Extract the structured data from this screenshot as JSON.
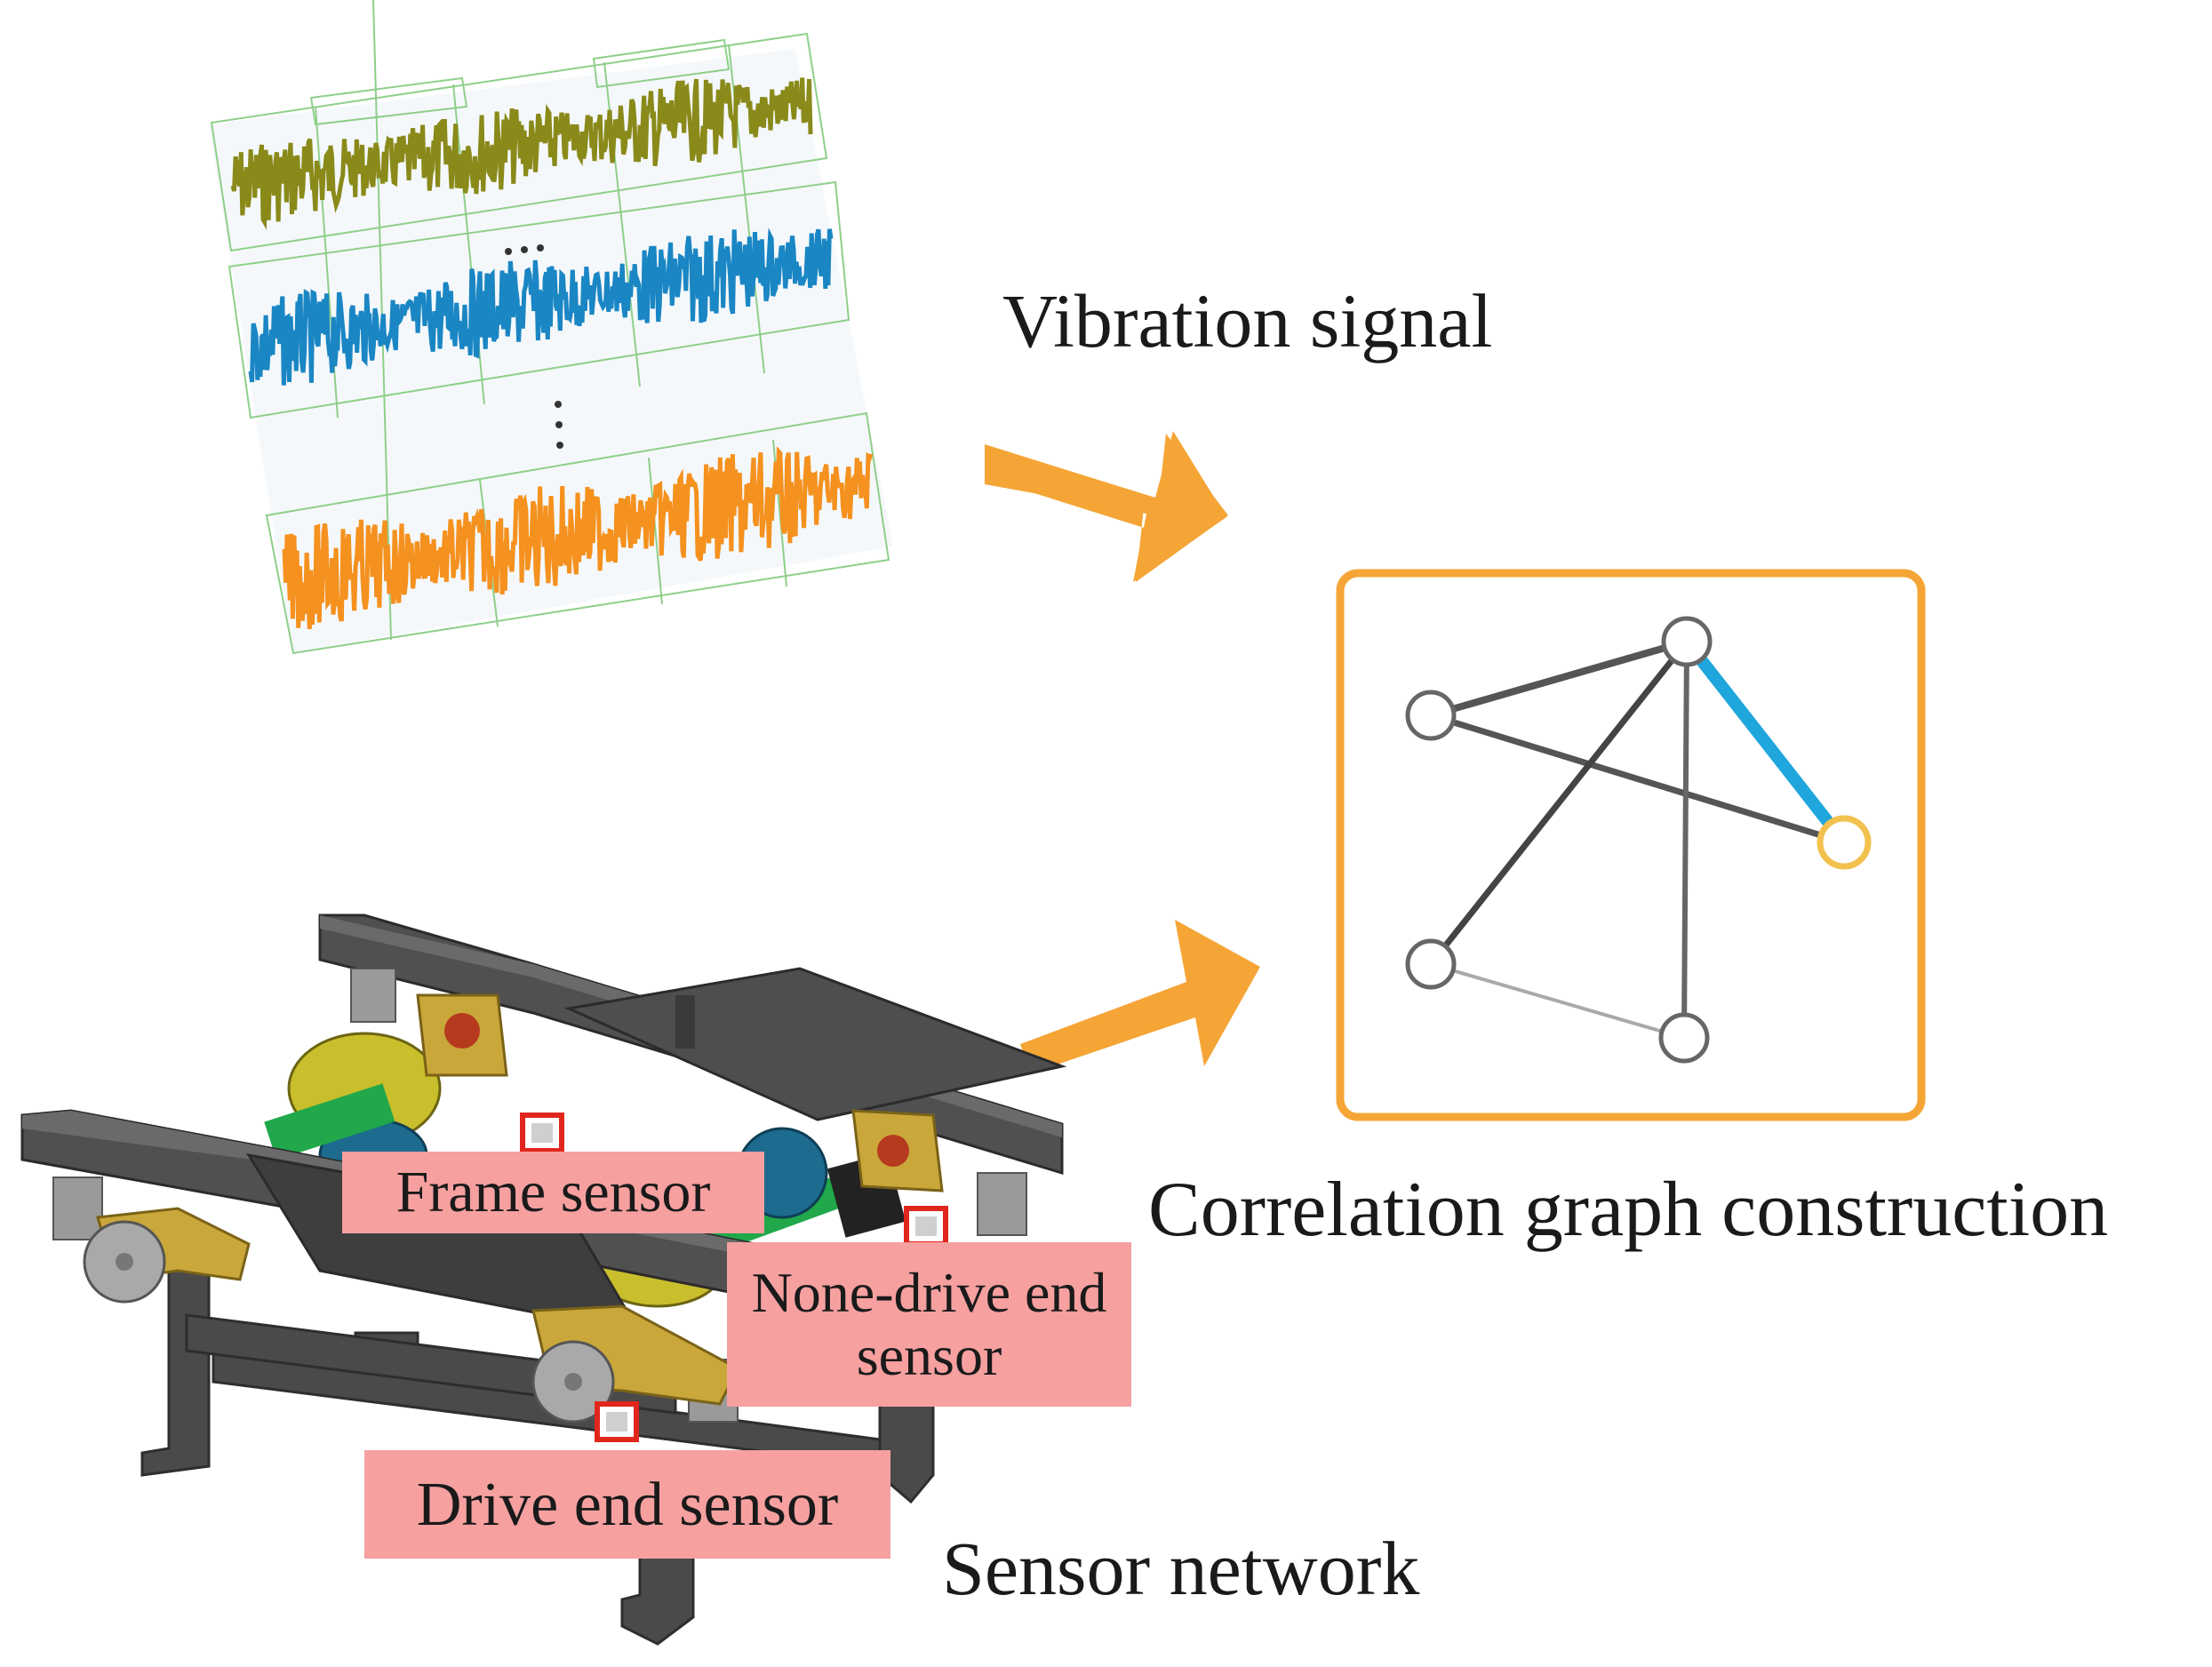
{
  "captions": {
    "vibration_signal": "Vibration signal",
    "correlation_graph": "Correlation graph construction",
    "sensor_network": "Sensor network"
  },
  "sensor_labels": {
    "frame": "Frame sensor",
    "non_drive_end": "None-drive end sensor",
    "drive_end": "Drive end sensor"
  },
  "colors": {
    "arrow": "#f5a536",
    "graph_frame": "#f5a536",
    "highlight_edge": "#1fa6dc",
    "highlight_node": "#f2c14e",
    "signal_1": "#8a8a1a",
    "signal_2": "#1a86c4",
    "signal_3": "#f5911e",
    "sensor_label_bg": "#f6a0a0",
    "sensor_marker": "#e0261d"
  },
  "icons": {
    "arrow": "right-arrow-icon",
    "sensor_marker": "sensor-marker-icon"
  }
}
